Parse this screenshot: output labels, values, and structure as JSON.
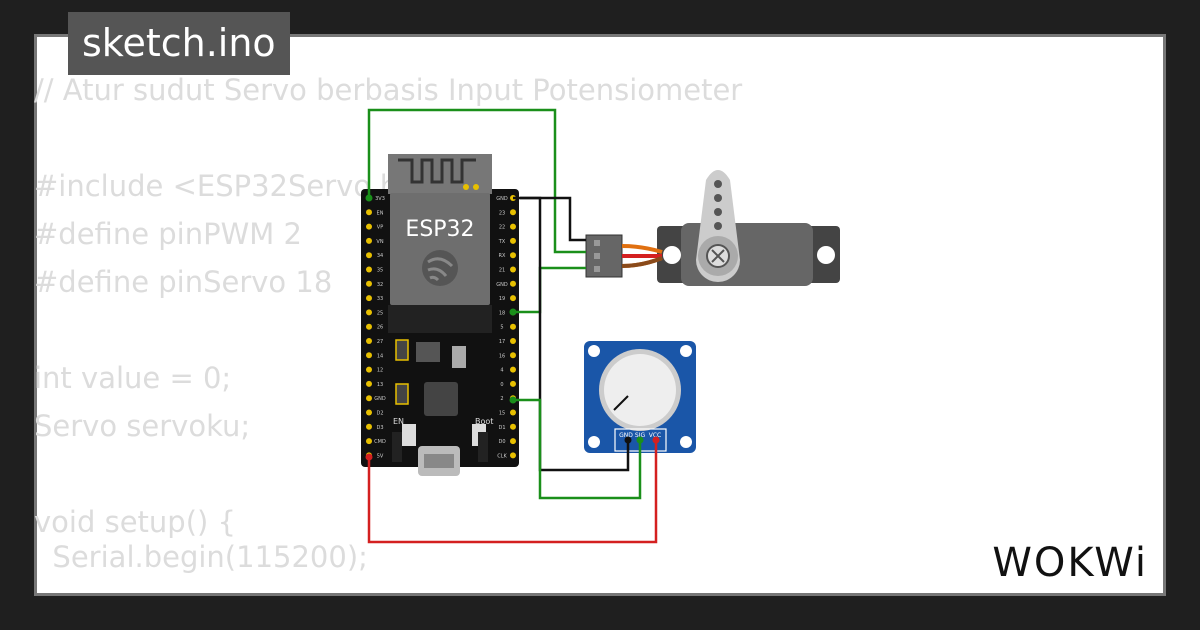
{
  "file_tab": {
    "label": "sketch.ino"
  },
  "code": {
    "lines": [
      "// Atur sudut Servo berbasis Input Potensiometer",
      "",
      "#include <ESP32Servo.h>",
      "#define pinPWM 2",
      "#define pinServo 18",
      "",
      "int value = 0;",
      "Servo servoku;",
      "",
      "void setup() {",
      "  Serial.begin(115200);"
    ]
  },
  "board": {
    "name": "ESP32",
    "button_en": "EN",
    "button_boot": "Boot",
    "left_pins": [
      "3V3",
      "EN",
      "VP",
      "VN",
      "34",
      "35",
      "32",
      "33",
      "25",
      "26",
      "27",
      "14",
      "12",
      "13",
      "GND",
      "D2",
      "D3",
      "CMD",
      "5V"
    ],
    "right_pins": [
      "GND",
      "23",
      "22",
      "TX",
      "RX",
      "21",
      "GND",
      "19",
      "18",
      "5",
      "17",
      "16",
      "4",
      "0",
      "2",
      "15",
      "D1",
      "D0",
      "CLK"
    ]
  },
  "potentiometer": {
    "pins": [
      "GND",
      "SIG",
      "VCC"
    ]
  },
  "wires": {
    "colors": {
      "green": "#1a8f1a",
      "black": "#111111",
      "red": "#d42020",
      "orange": "#e07010"
    }
  },
  "branding": {
    "logo": "WOKWi"
  }
}
